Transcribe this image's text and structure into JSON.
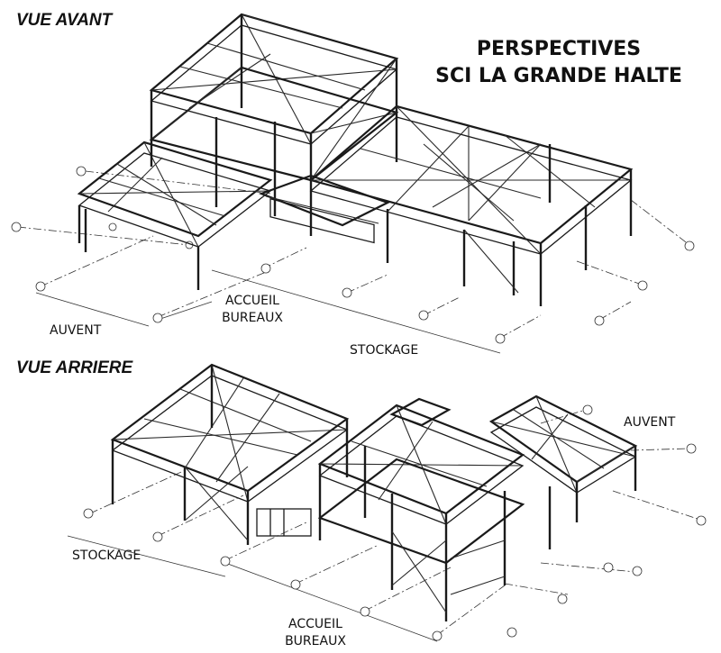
{
  "titles": {
    "front_view": "VUE AVANT",
    "rear_view": "VUE ARRIERE",
    "main_line1": "PERSPECTIVES",
    "main_line2": "SCI LA GRANDE HALTE"
  },
  "front_zones": {
    "auvent": "AUVENT",
    "accueil_line1": "ACCUEIL",
    "accueil_line2": "BUREAUX",
    "stockage": "STOCKAGE"
  },
  "rear_zones": {
    "stockage": "STOCKAGE",
    "accueil_line1": "ACCUEIL",
    "accueil_line2": "BUREAUX",
    "auvent": "AUVENT"
  }
}
